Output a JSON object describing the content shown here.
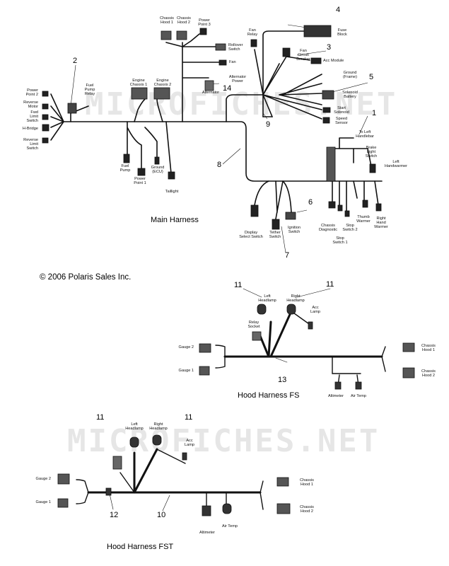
{
  "copyright": "© 2006 Polaris Sales Inc.",
  "watermark": "MICROFICHES.NET",
  "main_harness": {
    "title": "Main Harness",
    "labels": {
      "power_point_2": "Power\nPoint 2",
      "reverse_motor": "Reverse\nMotor",
      "fwd_limit_switch": "Fwd\nLimit\nSwitch",
      "h_bridge": "H-Bridge",
      "reverse_limit_switch": "Reverse\nLimit\nSwitch",
      "fuel_pump_relay": "Fuel\nPump\nRelay",
      "engine_chassis_1": "Engine\nChassis 1",
      "engine_chassis_2": "Engine\nChassis 2",
      "chassis_hood_1": "Chassis\nHood 1",
      "chassis_hood_2": "Chassis\nHood 2",
      "power_point_3": "Power\nPoint 3",
      "rollover_switch": "Rollover\nSwitch",
      "fan": "Fan",
      "alternator_power": "Alternator\nPower",
      "alternator": "Alternator",
      "fan_relay": "Fan\nRelay",
      "fan_circuit_breaker": "Fan\nCircuit\nBreaker",
      "fuse_block": "Fuse\nBlock",
      "acc_module": "Acc Module",
      "ground_frame": "Ground\n(Frame)",
      "solenoid_battery": "Solenoid\nBattery",
      "start_solenoid": "Start\nSolenoid",
      "speed_sensor": "Speed\nSensor",
      "to_left_handlebar": "To Left\nHandlebar",
      "brake_light_switch": "Brake\nLight\nSwitch",
      "left_handwarmer": "Left\nHandwarmer",
      "thumb_warmer": "Thumb\nWarmer",
      "right_hand_warmer": "Right\nHand\nWarmer",
      "stop_switch_2": "Stop\nSwitch 2",
      "stop_switch_1": "Stop\nSwitch 1",
      "chassis_diagnostic": "Chassis\nDiagnostic",
      "ignition_switch": "Ignition\nSwitch",
      "tether_switch": "Tether\nSwitch",
      "display_select_switch": "Display\nSelect Switch",
      "fuel_pump": "Fuel\nPump",
      "power_point_1": "Power\nPoint 1",
      "ground_ecu": "Ground\n(ECU)",
      "taillight": "Taillight"
    },
    "callouts": [
      "1",
      "2",
      "3",
      "4",
      "5",
      "6",
      "7",
      "8",
      "9",
      "14"
    ]
  },
  "hood_fs": {
    "title": "Hood Harness  FS",
    "labels": {
      "left_headlamp": "Left\nHeadlamp",
      "right_headlamp": "Right\nHeadlamp",
      "acc_lamp": "Acc\nLamp",
      "relay_socket": "Relay\nSocket",
      "gauge_2": "Gauge 2",
      "gauge_1": "Gauge 1",
      "chassis_hood_1": "Chassis\nHood 1",
      "chassis_hood_2": "Chassis\nHood 2",
      "altimeter": "Altimeter",
      "air_temp": "Air Temp"
    },
    "callouts": [
      "11",
      "11",
      "13"
    ]
  },
  "hood_fst": {
    "title": "Hood Harness  FST",
    "labels": {
      "left_headlamp": "Left\nHeadlamp",
      "right_headlamp": "Right\nHeadlamp",
      "acc_lamp": "Acc\nLamp",
      "gauge_2": "Gauge 2",
      "gauge_1": "Gauge 1",
      "chassis_hood_1": "Chassis\nHood 1",
      "chassis_hood_2": "Chassis\nHood 2",
      "altimeter": "Altimeter",
      "air_temp": "Air Temp"
    },
    "callouts": [
      "11",
      "11",
      "12",
      "10"
    ]
  }
}
